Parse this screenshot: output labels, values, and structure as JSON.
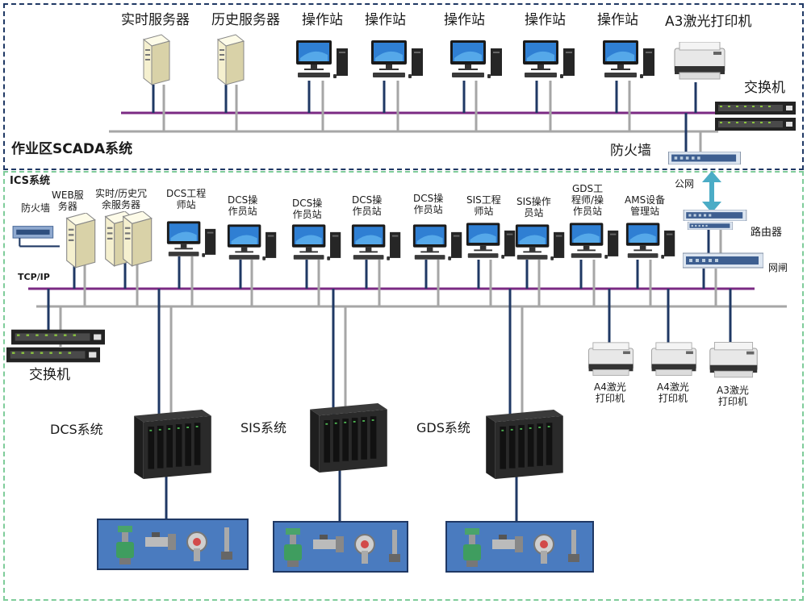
{
  "scada": {
    "zone_title": "作业区SCADA系统",
    "devices": [
      {
        "label": "实时服务器",
        "icon": "server-icon"
      },
      {
        "label": "历史服务器",
        "icon": "server-icon"
      },
      {
        "label": "操作站",
        "icon": "workstation-icon"
      },
      {
        "label": "操作站",
        "icon": "workstation-icon"
      },
      {
        "label": "操作站",
        "icon": "workstation-icon"
      },
      {
        "label": "操作站",
        "icon": "workstation-icon"
      },
      {
        "label": "操作站",
        "icon": "workstation-icon"
      },
      {
        "label": "A3激光打印机",
        "icon": "printer-icon"
      }
    ],
    "switch_label": "交换机",
    "firewall_label": "防火墙"
  },
  "link": {
    "public_network": "公网",
    "router": "路由器",
    "gateway": "网闸"
  },
  "ics": {
    "zone_title": "ICS系统",
    "firewall": "防火墙",
    "web_server": [
      "WEB服",
      "务器"
    ],
    "redundant_server": [
      "实时/历史冗",
      "余服务器"
    ],
    "stations": [
      [
        "DCS工程",
        "师站"
      ],
      [
        "DCS操",
        "作员站"
      ],
      [
        "DCS操",
        "作员站"
      ],
      [
        "DCS操",
        "作员站"
      ],
      [
        "DCS操",
        "作员站"
      ],
      [
        "SIS工程",
        "师站"
      ],
      [
        "SIS操作",
        "员站"
      ],
      [
        "GDS工",
        "程师/操",
        "作员站"
      ],
      [
        "AMS设备",
        "管理站"
      ]
    ],
    "tcpip": "TCP/IP",
    "switch_label": "交换机",
    "printers": [
      [
        "A4激光",
        "打印机"
      ],
      [
        "A4激光",
        "打印机"
      ],
      [
        "A3激光",
        "打印机"
      ]
    ],
    "systems": [
      "DCS系统",
      "SIS系统",
      "GDS系统"
    ]
  },
  "colors": {
    "bus_primary": "#7b2a83",
    "bus_secondary": "#a6a6a6",
    "link_navy": "#1f3864",
    "link_gray": "#a6a6a6",
    "field_panel_fill": "#4a7bbf",
    "field_panel_border": "#1f3864",
    "double_arrow": "#4bacc6",
    "scada_border": "#1f3864",
    "ics_border": "#7fcc9a"
  }
}
